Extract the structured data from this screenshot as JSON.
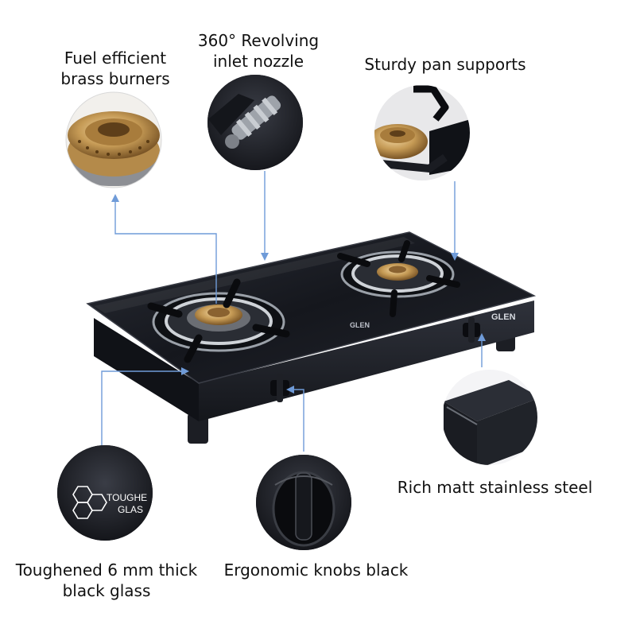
{
  "features": [
    {
      "lines": [
        "Fuel efficient",
        "brass burners"
      ]
    },
    {
      "lines": [
        "360° Revolving",
        "inlet nozzle"
      ]
    },
    {
      "lines": [
        "Sturdy pan supports"
      ]
    },
    {
      "lines": [
        "Rich matt stainless steel"
      ]
    },
    {
      "lines": [
        "Ergonomic knobs black"
      ]
    },
    {
      "lines": [
        "Toughened 6 mm thick",
        "black glass"
      ]
    }
  ],
  "brand": {
    "text": "GLEN"
  },
  "inset_glass": {
    "text_1": "TOUGHE",
    "text_2": "GLAS"
  },
  "colors": {
    "accent_line": "#6f9bd8",
    "glass": "#1b1d24",
    "brass": "#c59a55"
  }
}
